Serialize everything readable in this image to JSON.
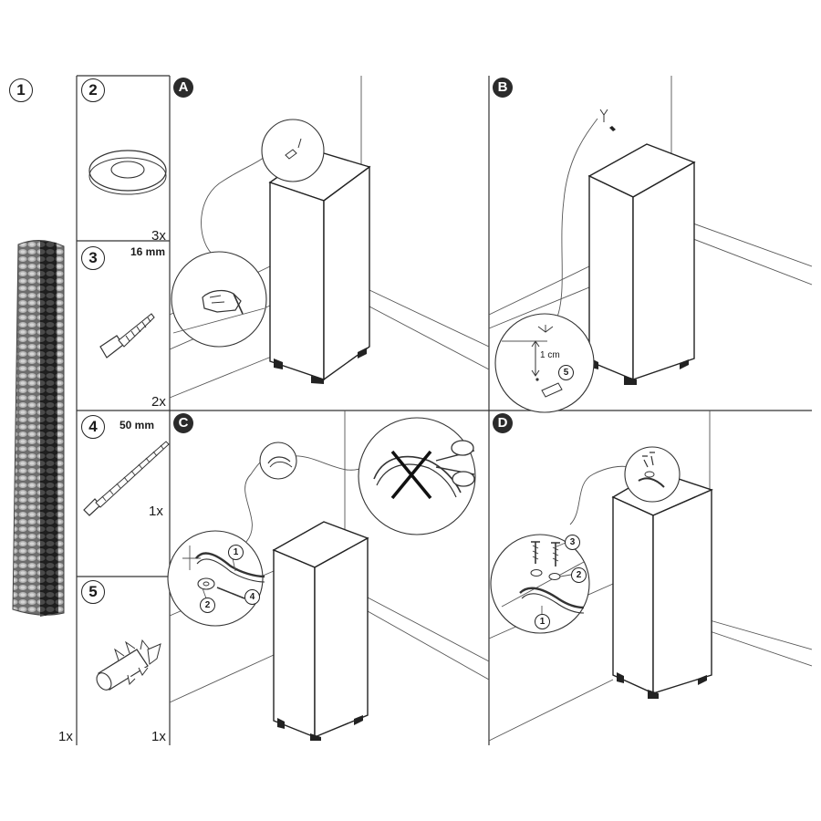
{
  "parts": {
    "p1": {
      "number": "1",
      "qty": "1x"
    },
    "p2": {
      "number": "2",
      "qty": "3x"
    },
    "p3": {
      "number": "3",
      "size": "16 mm",
      "qty": "2x"
    },
    "p4": {
      "number": "4",
      "size": "50 mm",
      "qty": "1x"
    },
    "p5": {
      "number": "5",
      "qty": "1x"
    }
  },
  "steps": {
    "a": {
      "label": "A"
    },
    "b": {
      "label": "B",
      "measure": "1 cm",
      "part": "5"
    },
    "c": {
      "label": "C",
      "callouts": [
        "1",
        "2",
        "4"
      ]
    },
    "d": {
      "label": "D",
      "callouts": [
        "3",
        "2",
        "1"
      ]
    }
  },
  "colors": {
    "line": "#333333",
    "strap_dark": "#3a3a3a",
    "strap_light": "#9a9a9a",
    "badge": "#2b2b2b"
  }
}
